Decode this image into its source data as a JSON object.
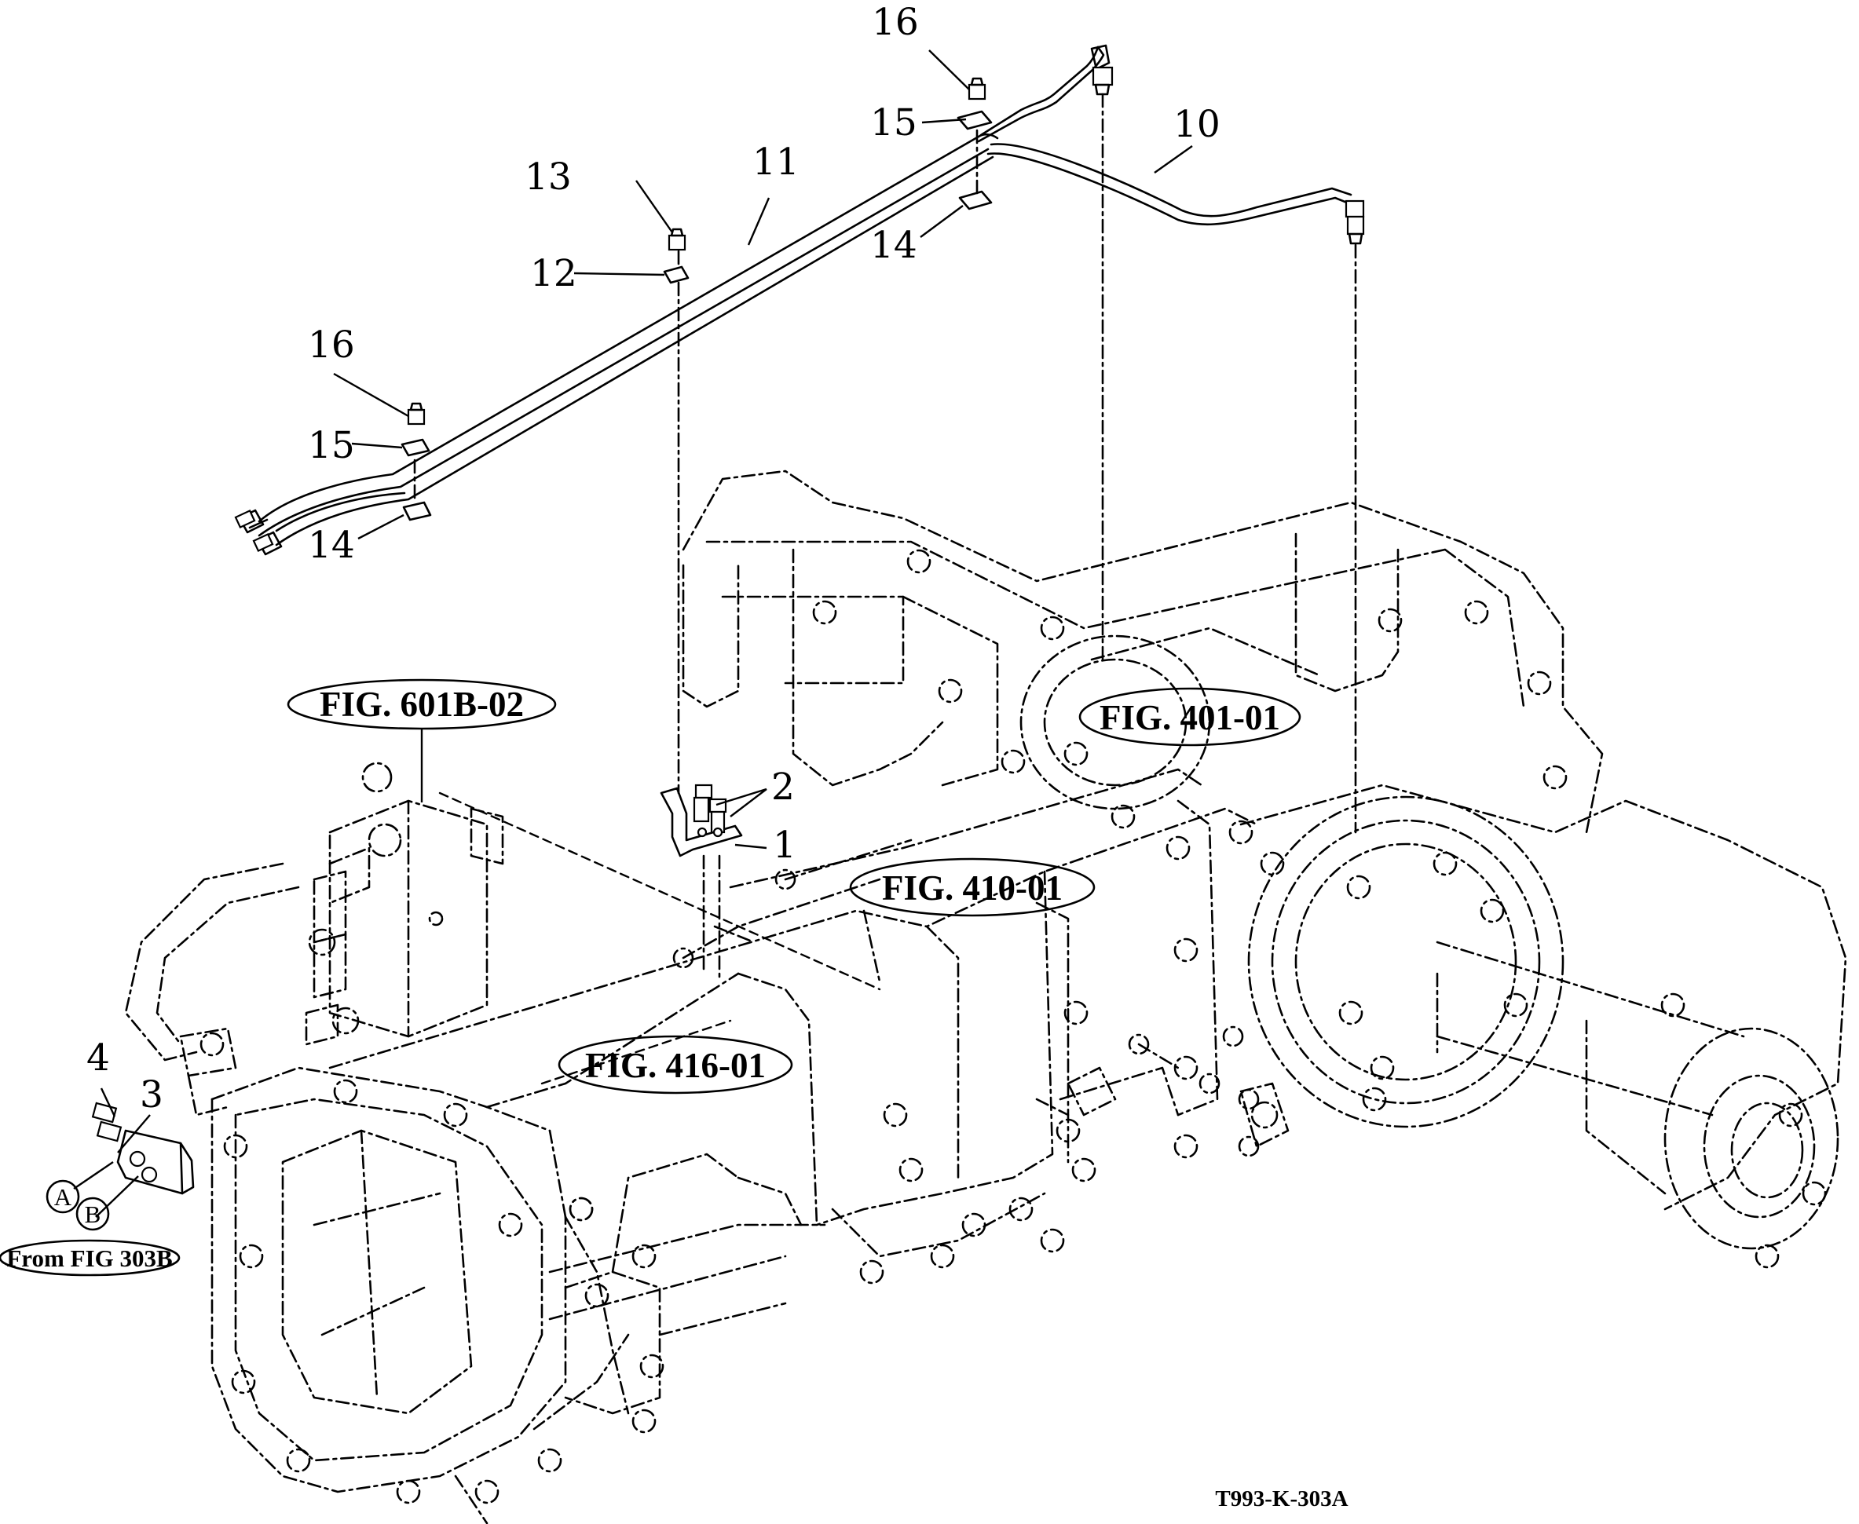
{
  "callouts": [
    "1",
    "2",
    "3",
    "4",
    "10",
    "11",
    "12",
    "13",
    "14",
    "14",
    "15",
    "15",
    "16",
    "16"
  ],
  "figure_refs": [
    "FIG. 601B-02",
    "FIG. 401-01",
    "FIG. 410-01",
    "FIG. 416-01"
  ],
  "connection_labels": [
    "A",
    "B"
  ],
  "from_ref": "From FIG 303B",
  "drawing_code": "T993-K-303A"
}
